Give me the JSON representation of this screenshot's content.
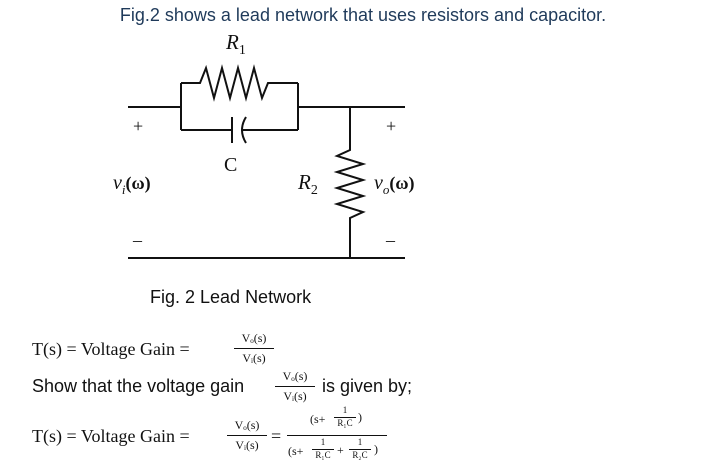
{
  "title": "Fig.2 shows a lead network that uses resistors and capacitor.",
  "circuit": {
    "r1": "R",
    "r1_sub": "1",
    "cap": "C",
    "r2": "R",
    "r2_sub": "2",
    "vin": "v",
    "vin_sub": "i",
    "vin_arg": "(ω)",
    "vout": "v",
    "vout_sub": "o",
    "vout_arg": "(ω)",
    "plus_in": "+",
    "plus_out": "+",
    "minus_in": "–",
    "minus_out": "–"
  },
  "caption": "Fig. 2 Lead Network",
  "eq1": {
    "lhs": "T(s) = Voltage Gain =",
    "num": "Vₒ(s)",
    "den": "Vᵢ(s)"
  },
  "statement": {
    "before": "Show that the voltage gain",
    "num": "Vₒ(s)",
    "den": "Vᵢ(s)",
    "after": "is given by;"
  },
  "eq2": {
    "lhs": "T(s) = Voltage Gain =",
    "num": "Vₒ(s)",
    "den": "Vᵢ(s)",
    "equals": "=",
    "rhs_num": "(s+",
    "rhs_num_frac_num": "1",
    "rhs_num_frac_den": "R₁C",
    "rhs_num_close": ")",
    "rhs_den": "(s+",
    "rhs_den_f1_num": "1",
    "rhs_den_f1_den": "R₁C",
    "rhs_den_plus": "+",
    "rhs_den_f2_num": "1",
    "rhs_den_f2_den": "R₂C",
    "rhs_den_close": ")"
  }
}
